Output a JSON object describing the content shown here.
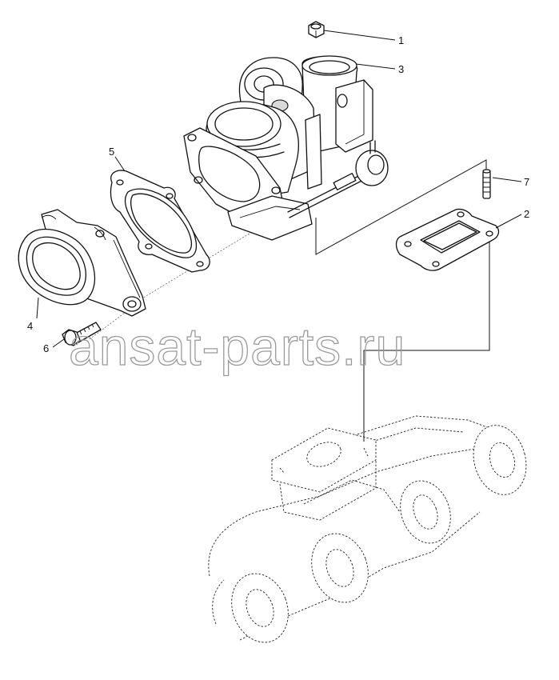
{
  "watermark": "ansat-parts.ru",
  "callouts": {
    "c1": "1",
    "c2": "2",
    "c3": "3",
    "c4": "4",
    "c5": "5",
    "c6": "6",
    "c7": "7"
  }
}
